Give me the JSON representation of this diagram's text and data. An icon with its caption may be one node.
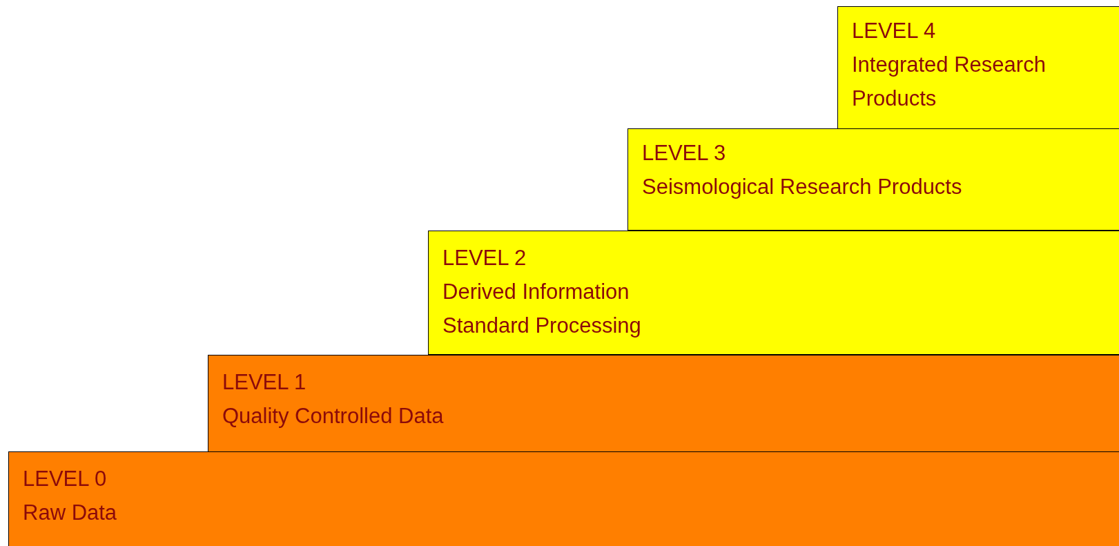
{
  "diagram": {
    "nodes": [
      {
        "text": [
          "LEVEL 4",
          "Integrated Research Products"
        ]
      },
      {
        "text": [
          "LEVEL 3",
          "Seismological Research Products"
        ]
      },
      {
        "text": [
          "LEVEL 2",
          "Derived Information",
          "Standard Processing"
        ]
      },
      {
        "text": [
          "LEVEL 1",
          "Quality Controlled Data"
        ]
      },
      {
        "text": [
          "LEVEL 0",
          "Raw Data"
        ]
      }
    ]
  }
}
